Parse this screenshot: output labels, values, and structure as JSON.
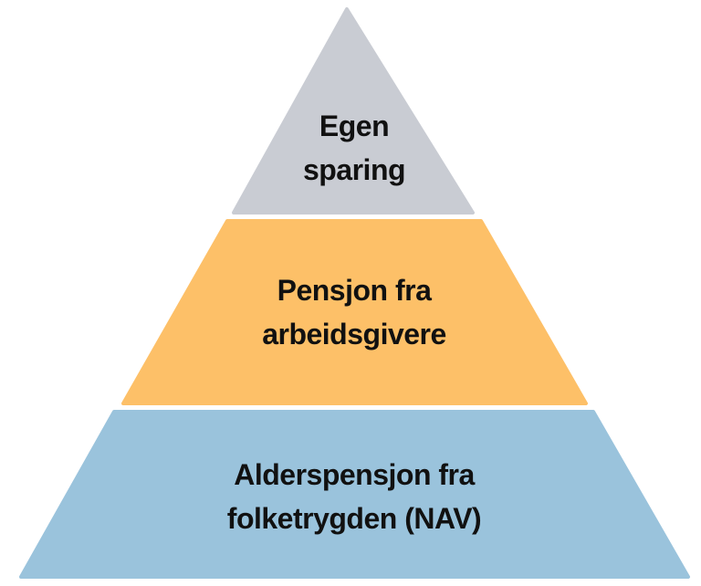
{
  "title": "Pension pyramid",
  "levels": [
    {
      "lines": [
        "Egen",
        "sparing"
      ],
      "color": "#c9ccd3"
    },
    {
      "lines": [
        "Pensjon fra",
        "arbeidsgivere"
      ],
      "color": "#fdc068"
    },
    {
      "lines": [
        "Alderspensjon fra",
        "folketrygden (NAV)"
      ],
      "color": "#9ac3dc"
    }
  ]
}
